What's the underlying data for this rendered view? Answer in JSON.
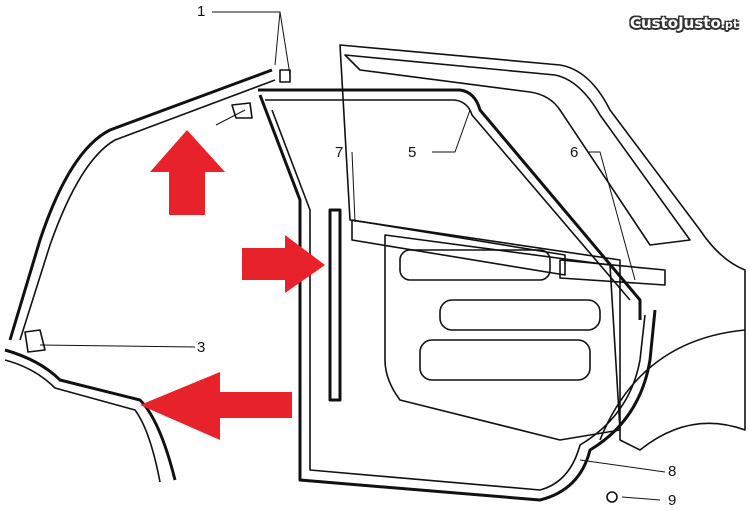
{
  "watermark": {
    "brand": "CustoJusto",
    "tld": ".pt"
  },
  "callouts": [
    "1",
    "3",
    "5",
    "6",
    "7",
    "8",
    "9"
  ],
  "colors": {
    "arrow": "#e8222a",
    "line": "#111111"
  }
}
